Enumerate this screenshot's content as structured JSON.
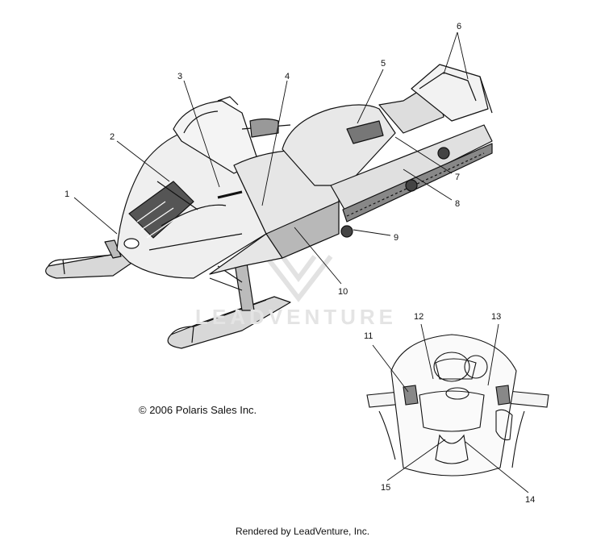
{
  "callouts": [
    {
      "id": "1",
      "label": "1"
    },
    {
      "id": "2",
      "label": "2"
    },
    {
      "id": "3",
      "label": "3"
    },
    {
      "id": "4",
      "label": "4"
    },
    {
      "id": "5",
      "label": "5"
    },
    {
      "id": "6",
      "label": "6"
    },
    {
      "id": "7",
      "label": "7"
    },
    {
      "id": "8",
      "label": "8"
    },
    {
      "id": "9",
      "label": "9"
    },
    {
      "id": "10",
      "label": "10"
    },
    {
      "id": "11",
      "label": "11"
    },
    {
      "id": "12",
      "label": "12"
    },
    {
      "id": "13",
      "label": "13"
    },
    {
      "id": "14",
      "label": "14"
    },
    {
      "id": "15",
      "label": "15"
    }
  ],
  "copyright": "© 2006 Polaris Sales Inc.",
  "watermark": "LEADVENTURE",
  "footer": "Rendered by LeadVenture, Inc.",
  "colors": {
    "line": "#111111",
    "watermark": "#e4e4e4"
  }
}
